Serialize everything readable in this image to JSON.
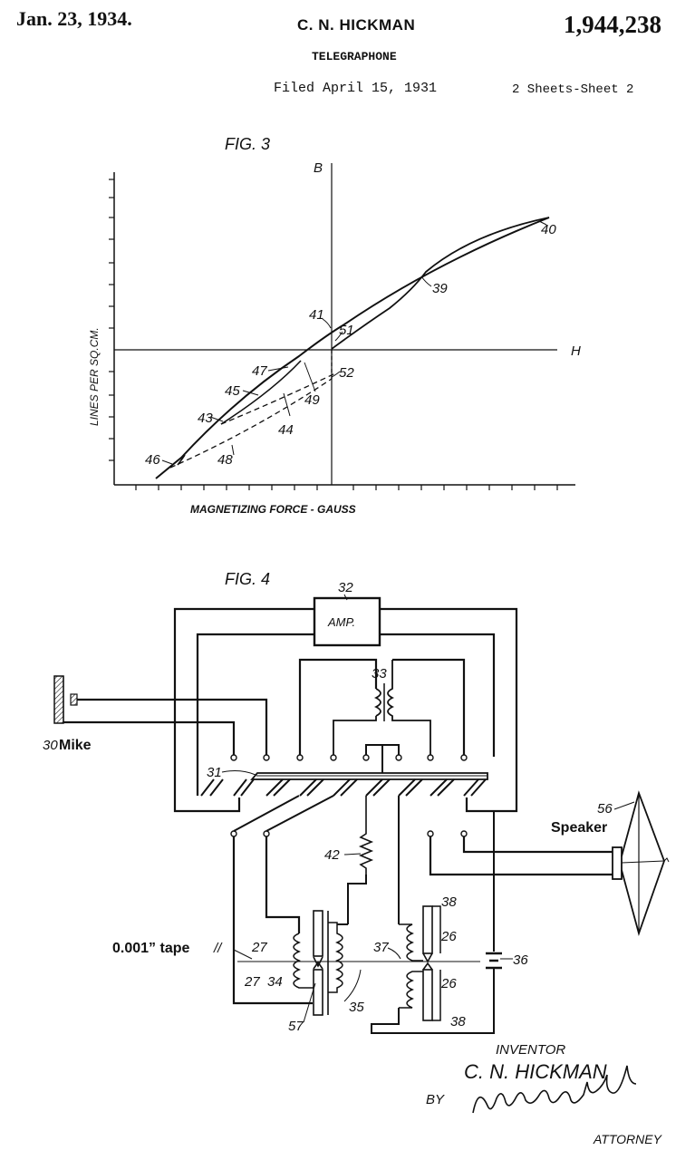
{
  "header": {
    "date": "Jan. 23, 1934.",
    "inventor": "C. N. HICKMAN",
    "patent_number": "1,944,238",
    "title": "TELEGRAPHONE",
    "filed": "Filed April 15, 1931",
    "sheets": "2 Sheets-Sheet 2"
  },
  "fig3": {
    "caption": "FIG. 3",
    "b_axis": "B",
    "h_axis": "H",
    "ylabel": "LINES PER SQ.CM.",
    "xlabel": "MAGNETIZING FORCE - GAUSS",
    "refs": {
      "r39": "39",
      "r40": "40",
      "r41": "41",
      "r43": "43",
      "r44": "44",
      "r45": "45",
      "r46": "46",
      "r47": "47",
      "r48": "48",
      "r49": "49",
      "r51": "51",
      "r52": "52"
    }
  },
  "fig4": {
    "caption": "FIG. 4",
    "amp": "AMP.",
    "mike": "Mike",
    "speaker": "Speaker",
    "tape": "0.001” tape",
    "refs": {
      "r26a": "26",
      "r26b": "26",
      "r27a": "27",
      "r27b": "27",
      "r30": "30",
      "r31": "31",
      "r32": "32",
      "r33": "33",
      "r34": "34",
      "r35": "35",
      "r36": "36",
      "r37": "37",
      "r38a": "38",
      "r38b": "38",
      "r42": "42",
      "r56": "56",
      "r57": "57",
      "r11": "//"
    }
  },
  "signature": {
    "inventor_caption": "INVENTOR",
    "inventor_name": "C. N. HICKMAN",
    "by": "BY",
    "attorney": "ATTORNEY",
    "handwritten": "W. M. Campbell"
  }
}
